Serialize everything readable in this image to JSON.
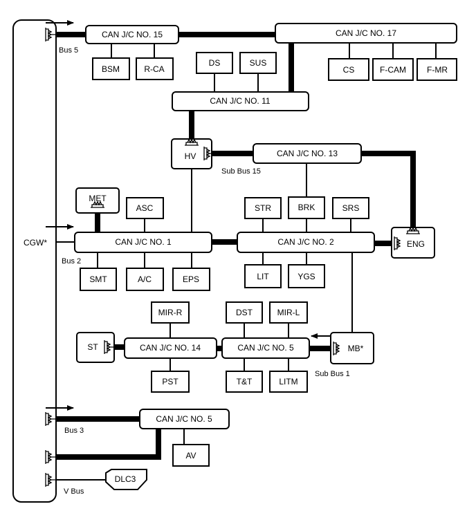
{
  "diagram": {
    "gateway": "CGW*",
    "bus_labels": {
      "bus5": "Bus 5",
      "bus2": "Bus 2",
      "bus3": "Bus 3",
      "vbus": "V Bus",
      "subbus15": "Sub Bus 15",
      "subbus1": "Sub Bus 1"
    },
    "junctions": {
      "jc15": "CAN J/C NO. 15",
      "jc17": "CAN J/C NO. 17",
      "jc11": "CAN J/C NO. 11",
      "jc13": "CAN J/C NO. 13",
      "jc1": "CAN J/C NO. 1",
      "jc2": "CAN J/C NO. 2",
      "jc14": "CAN J/C NO. 14",
      "jc5a": "CAN J/C NO. 5",
      "jc5b": "CAN J/C NO. 5"
    },
    "ecus": {
      "bsm": "BSM",
      "rca": "R-CA",
      "ds": "DS",
      "sus": "SUS",
      "cs": "CS",
      "fcam": "F-CAM",
      "fmr": "F-MR",
      "hv": "HV",
      "met": "MET",
      "asc": "ASC",
      "str": "STR",
      "brk": "BRK",
      "srs": "SRS",
      "eng": "ENG",
      "smt": "SMT",
      "ac": "A/C",
      "eps": "EPS",
      "lit": "LIT",
      "ygs": "YGS",
      "mirr": "MIR-R",
      "dst": "DST",
      "mirl": "MIR-L",
      "st": "ST",
      "mb": "MB*",
      "pst": "PST",
      "tt": "T&T",
      "litm": "LITM",
      "av": "AV",
      "dlc3": "DLC3"
    }
  }
}
